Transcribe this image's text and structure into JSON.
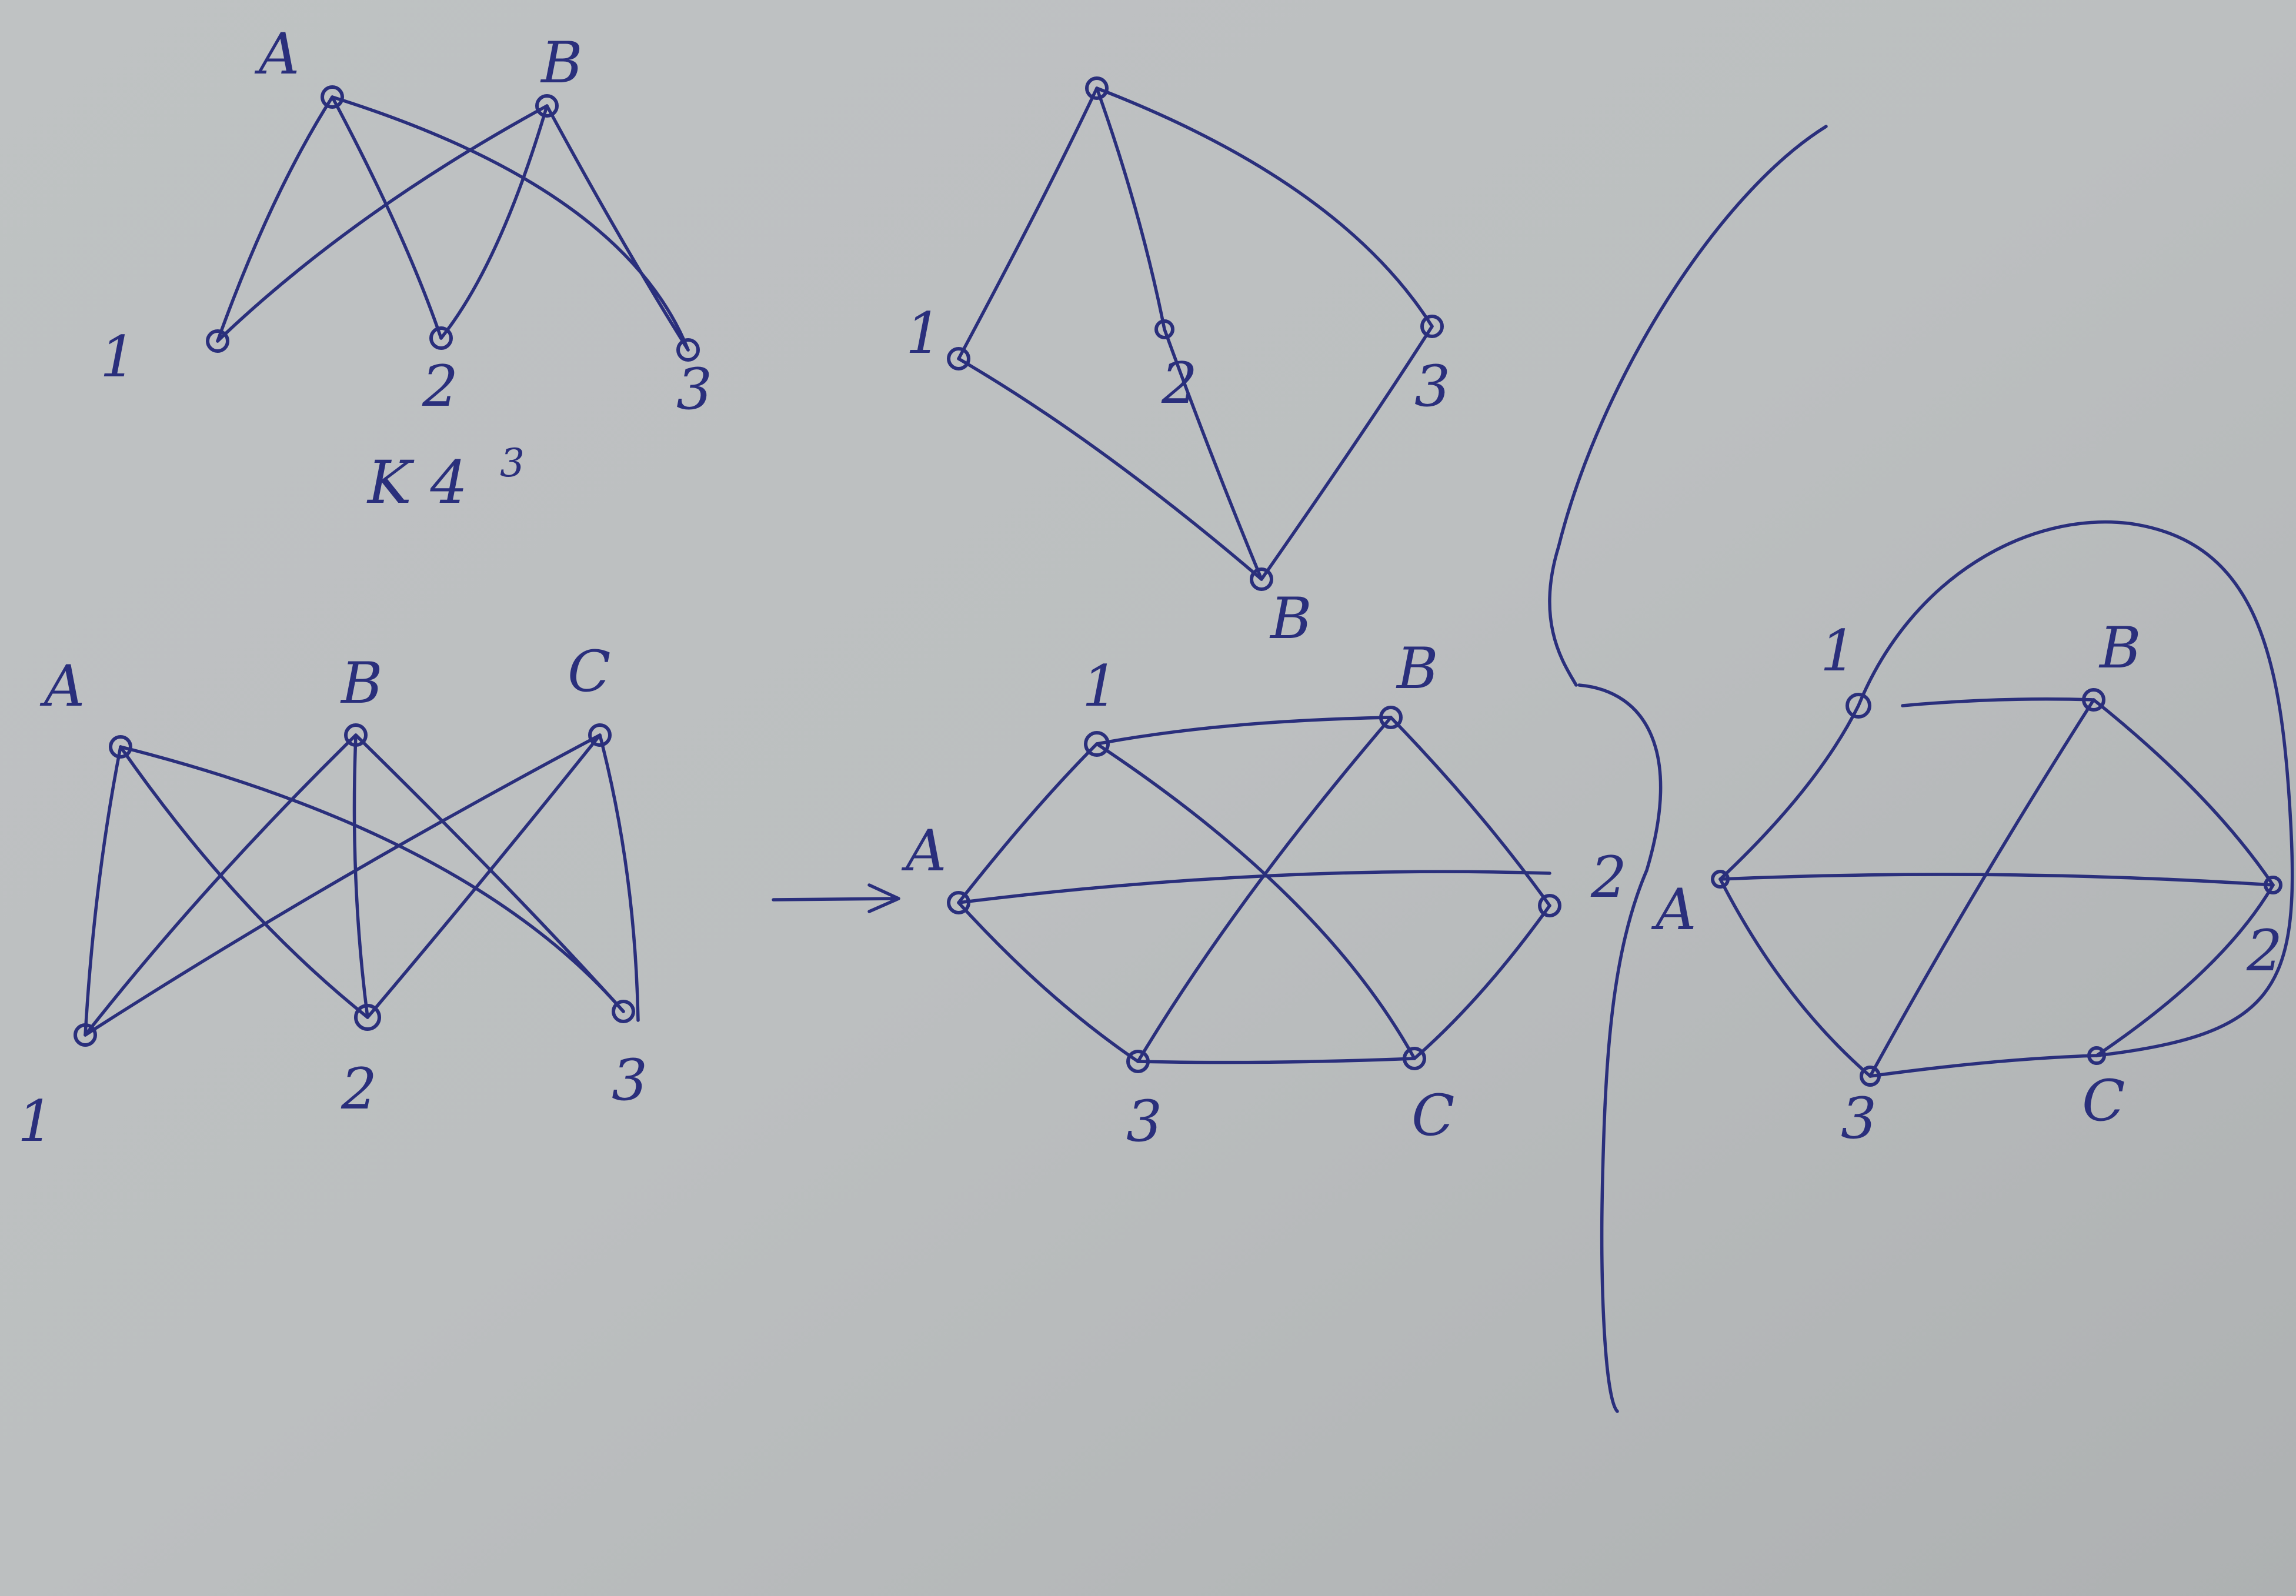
{
  "colors": {
    "paper": "#b9bcbd",
    "ink": "#2a2f7c"
  },
  "caption": {
    "main": "K 4",
    "sup": "3"
  },
  "diagrams": [
    {
      "id": "k23-top-left",
      "nodes": [
        {
          "id": "A",
          "label": "A"
        },
        {
          "id": "B",
          "label": "B"
        },
        {
          "id": "n1",
          "label": "1"
        },
        {
          "id": "n2",
          "label": "2"
        },
        {
          "id": "n3",
          "label": "3"
        }
      ],
      "edges": [
        [
          "A",
          "n1"
        ],
        [
          "A",
          "n2"
        ],
        [
          "A",
          "n3"
        ],
        [
          "B",
          "n1"
        ],
        [
          "B",
          "n2"
        ],
        [
          "B",
          "n3"
        ]
      ]
    },
    {
      "id": "k23-redrawn",
      "nodes": [
        {
          "id": "A",
          "label": ""
        },
        {
          "id": "n1",
          "label": "1"
        },
        {
          "id": "n2",
          "label": "2"
        },
        {
          "id": "n3",
          "label": "3"
        },
        {
          "id": "B",
          "label": "B"
        }
      ],
      "edges": [
        [
          "A",
          "n1"
        ],
        [
          "A",
          "n2"
        ],
        [
          "A",
          "n3"
        ],
        [
          "B",
          "n1"
        ],
        [
          "B",
          "n2"
        ],
        [
          "B",
          "n3"
        ]
      ]
    },
    {
      "id": "k33-bipartite",
      "nodes": [
        {
          "id": "A",
          "label": "A"
        },
        {
          "id": "B",
          "label": "B"
        },
        {
          "id": "C",
          "label": "C"
        },
        {
          "id": "n1",
          "label": "1"
        },
        {
          "id": "n2",
          "label": "2"
        },
        {
          "id": "n3",
          "label": "3"
        }
      ],
      "edges": [
        [
          "A",
          "n1"
        ],
        [
          "A",
          "n2"
        ],
        [
          "A",
          "n3"
        ],
        [
          "B",
          "n1"
        ],
        [
          "B",
          "n2"
        ],
        [
          "B",
          "n3"
        ],
        [
          "C",
          "n1"
        ],
        [
          "C",
          "n2"
        ],
        [
          "C",
          "n3"
        ]
      ]
    },
    {
      "id": "k33-hexagon",
      "nodes": [
        {
          "id": "n1",
          "label": "1"
        },
        {
          "id": "B",
          "label": "B"
        },
        {
          "id": "A",
          "label": "A"
        },
        {
          "id": "n2",
          "label": "2"
        },
        {
          "id": "n3",
          "label": "3"
        },
        {
          "id": "C",
          "label": "C"
        }
      ],
      "edges": [
        [
          "n1",
          "B"
        ],
        [
          "B",
          "n2"
        ],
        [
          "n2",
          "C"
        ],
        [
          "C",
          "n3"
        ],
        [
          "n3",
          "A"
        ],
        [
          "A",
          "n1"
        ],
        [
          "A",
          "n2"
        ],
        [
          "n1",
          "C"
        ],
        [
          "B",
          "n3"
        ]
      ]
    },
    {
      "id": "k33-rerouted",
      "nodes": [
        {
          "id": "n1",
          "label": "1"
        },
        {
          "id": "B",
          "label": "B"
        },
        {
          "id": "A",
          "label": "A"
        },
        {
          "id": "n2",
          "label": "2"
        },
        {
          "id": "n3",
          "label": "3"
        },
        {
          "id": "C",
          "label": "C"
        }
      ],
      "edges": [
        [
          "n1",
          "B"
        ],
        [
          "B",
          "n2"
        ],
        [
          "n2",
          "C"
        ],
        [
          "C",
          "n3"
        ],
        [
          "n3",
          "A"
        ],
        [
          "A",
          "n1"
        ],
        [
          "A",
          "n2"
        ],
        [
          "n1",
          "C",
          "arc"
        ],
        [
          "B",
          "n3"
        ]
      ]
    }
  ]
}
